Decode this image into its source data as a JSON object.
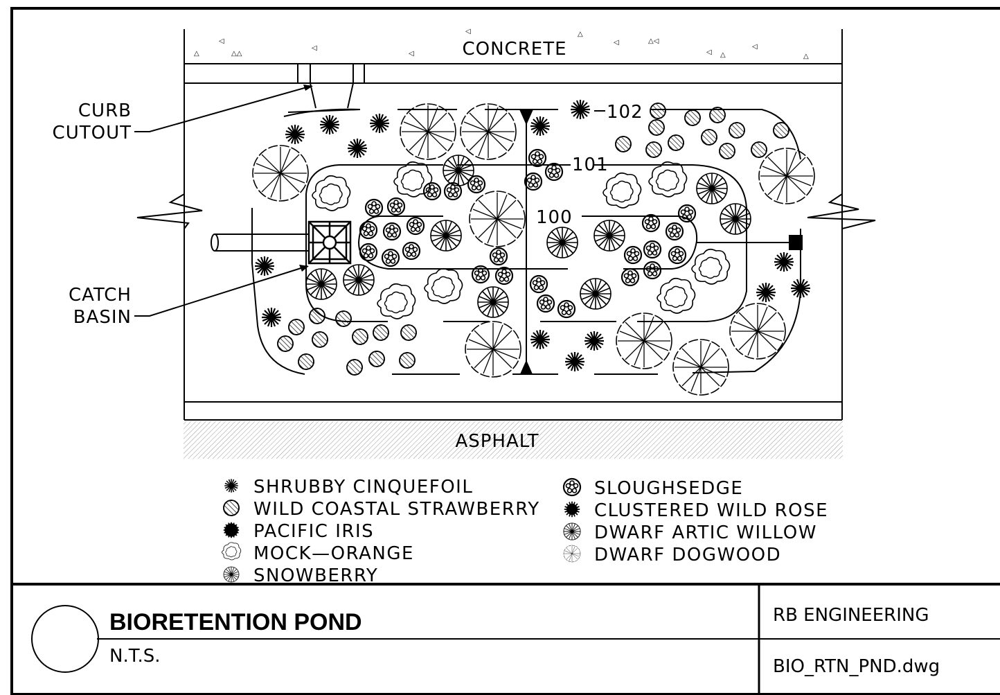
{
  "drawing": {
    "labels": {
      "concrete": "CONCRETE",
      "asphalt": "ASPHALT",
      "curb_cutout_line1": "CURB",
      "curb_cutout_line2": "CUTOUT",
      "catch_basin_line1": "CATCH",
      "catch_basin_line2": "BASIN"
    },
    "elevations": {
      "e100": "100",
      "e101": "101",
      "e102": "102"
    }
  },
  "legend": {
    "left": [
      {
        "label": "SHRUBBY CINQUEFOIL",
        "icon": "shrubby-cinquefoil-icon"
      },
      {
        "label": "WILD COASTAL STRAWBERRY",
        "icon": "wild-coastal-strawberry-icon"
      },
      {
        "label": "PACIFIC IRIS",
        "icon": "pacific-iris-icon"
      },
      {
        "label": "MOCK—ORANGE",
        "icon": "mock-orange-icon"
      },
      {
        "label": "SNOWBERRY",
        "icon": "snowberry-icon"
      }
    ],
    "right": [
      {
        "label": "SLOUGHSEDGE",
        "icon": "sloughsedge-icon"
      },
      {
        "label": "CLUSTERED WILD ROSE",
        "icon": "clustered-wild-rose-icon"
      },
      {
        "label": "DWARF ARTIC WILLOW",
        "icon": "dwarf-artic-willow-icon"
      },
      {
        "label": "DWARF DOGWOOD",
        "icon": "dwarf-dogwood-icon"
      }
    ]
  },
  "title_block": {
    "title": "BIORETENTION POND",
    "scale": "N.T.S.",
    "company": "RB ENGINEERING",
    "filename": "BIO_RTN_PND.dwg"
  }
}
